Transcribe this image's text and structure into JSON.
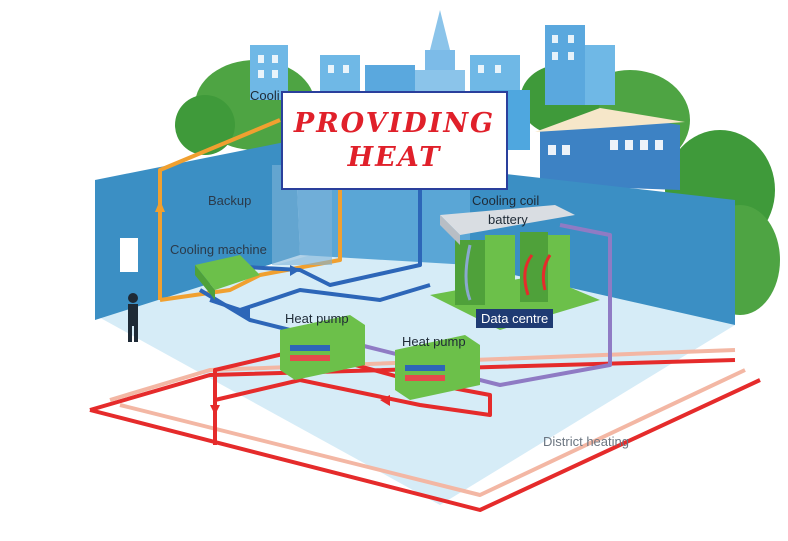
{
  "title_box": {
    "line1": "Providing",
    "line2": "heat"
  },
  "labels": {
    "cooling_top": "Cooli",
    "backup": "Backup",
    "cooling_machine": "Cooling machine",
    "cooling_coil_line1": "Cooling coil",
    "cooling_coil_line2": "battery",
    "heat_pump_1": "Heat pump",
    "heat_pump_2": "Heat pump",
    "data_centre": "Data centre",
    "district_heating": "District heating"
  },
  "colors": {
    "floor": "#d6ecf7",
    "wall": "#3b8fc4",
    "building": "#4fa7df",
    "tree": "#3f9a3a",
    "warm_pipe": "#f0a030",
    "cool_pipe": "#2d66b8",
    "hot_pipe": "#e52b2b",
    "return_pipe": "#f3b7a4",
    "purple_pipe": "#8f7bc4",
    "machine": "#6cc04a",
    "title_text": "#e0202a",
    "title_border": "#2a3f9c"
  }
}
